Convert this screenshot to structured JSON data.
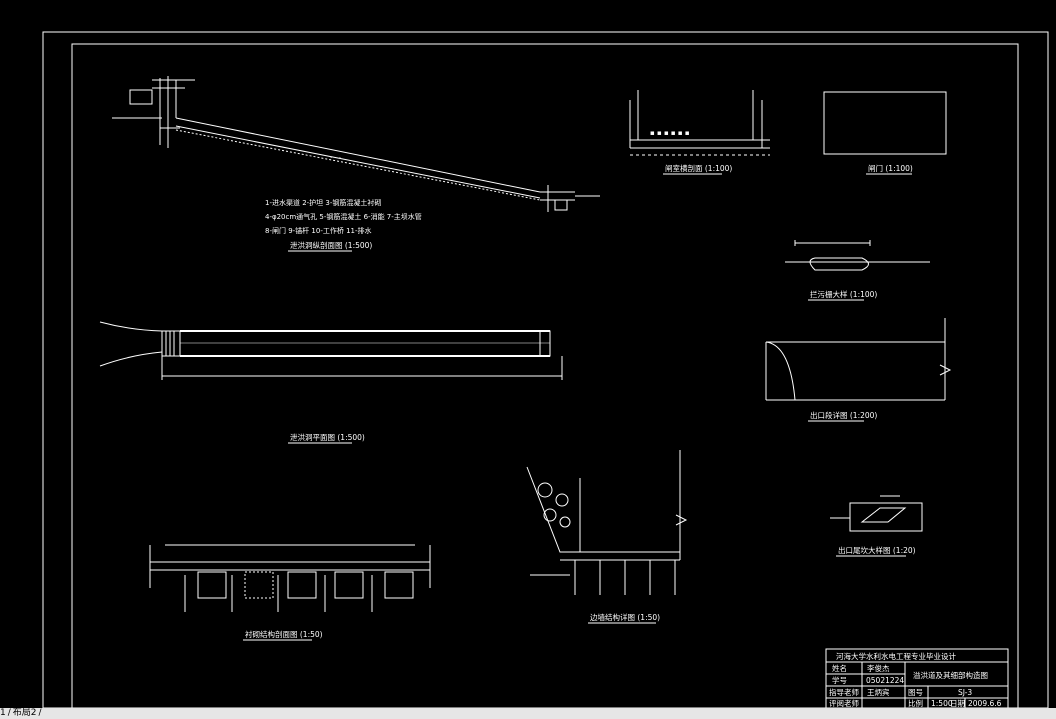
{
  "legend": {
    "line1": "1-进水渠道  2-护坦  3-钢筋混凝土衬砌",
    "line2": "4-φ20cm通气孔  5-钢筋混凝土  6-消能  7-主坝水管",
    "line3": "8-闸门  9-锚杆  10-工作桥  11-排水"
  },
  "captions": {
    "profile": "泄洪洞纵剖面图 (1:500)",
    "plan": "泄洪洞平面图 (1:500)",
    "section_a": "闸室横剖面 (1:100)",
    "gate": "闸门 (1:100)",
    "section_b": "拦污栅大样 (1:100)",
    "outlet": "出口段详图 (1:200)",
    "detail_small": "出口尾坎大样图 (1:20)",
    "lining": "衬砌结构剖面图 (1:50)",
    "retaining": "边墙结构详图 (1:50)"
  },
  "title_block": {
    "school": "河海大学水利水电工程专业毕业设计",
    "name_label": "姓名",
    "name_value": "李俊杰",
    "id_label": "学号",
    "id_value": "05021224",
    "drawing_title": "溢洪道及其细部构造图",
    "advisor_label": "指导老师",
    "advisor_value": "王炳宾",
    "figno_label": "图号",
    "figno_value": "SJ-3",
    "reviewer_label": "评阅老师",
    "scale_label": "比例",
    "scale_value": "1:500",
    "date_label": "日期",
    "date_value": "2009.6.6"
  },
  "tabs": {
    "left": "1",
    "active": "布局2"
  }
}
